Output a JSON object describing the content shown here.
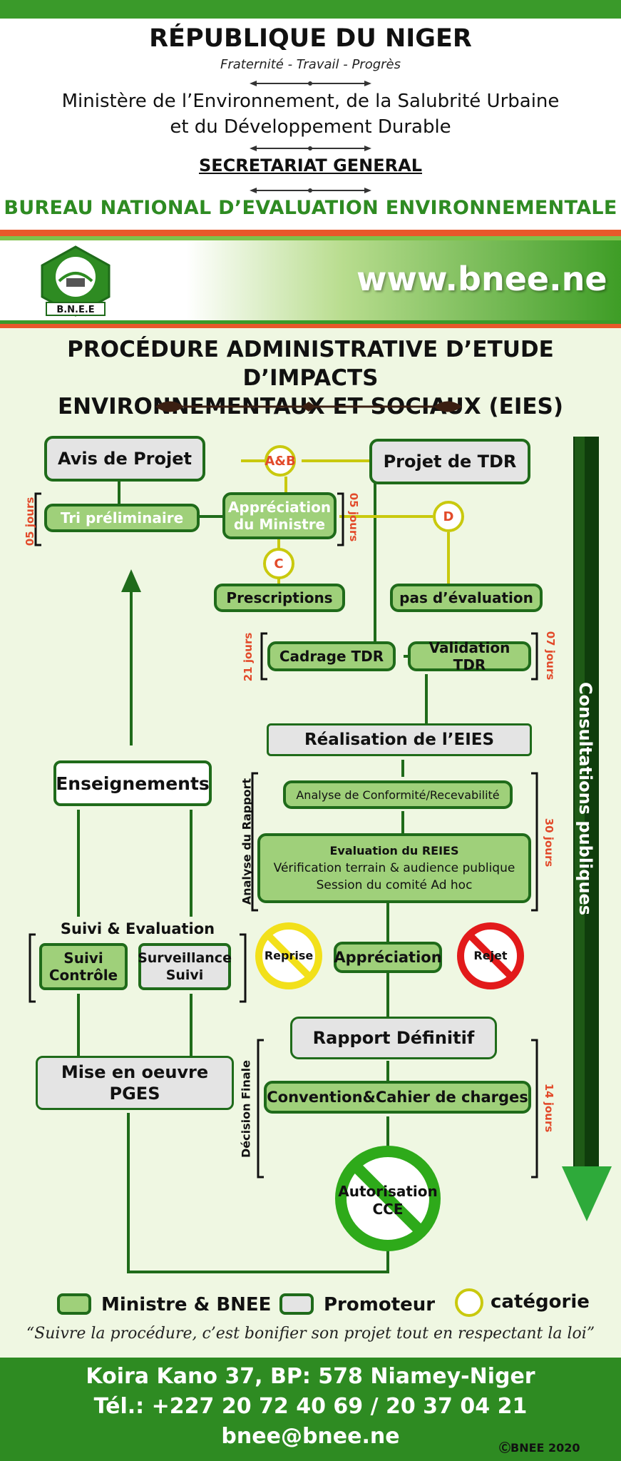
{
  "header": {
    "republic": "RÉPUBLIQUE DU NIGER",
    "motto": "Fraternité - Travail - Progrès",
    "ministry_line1": "Ministère de l’Environnement, de la Salubrité Urbaine",
    "ministry_line2": "et du Développement Durable",
    "secretariat": "SECRETARIAT GENERAL",
    "bureau": "BUREAU NATIONAL D’EVALUATION ENVIRONNEMENTALE"
  },
  "banner": {
    "website": "www.bnee.ne",
    "logo_text": "B.N.E.E"
  },
  "title": {
    "line1": "PROCÉDURE ADMINISTRATIVE D’ETUDE D’IMPACTS",
    "line2": "ENVIRONNEMENTAUX ET SOCIAUX (EIES)"
  },
  "nodes": {
    "avis_projet": "Avis de Projet",
    "projet_tdr": "Projet de TDR",
    "tri_preliminaire": "Tri préliminaire",
    "appreciation_ministre": "Appréciation du Ministre",
    "prescriptions": "Prescriptions",
    "pas_evaluation": "pas d’évaluation",
    "cadrage_tdr": "Cadrage TDR",
    "validation_tdr": "Validation TDR",
    "realisation_eies": "Réalisation de l’EIES",
    "analyse_conformite": "Analyse de Conformité/Recevabilité",
    "evaluation_title": "Evaluation du REIES",
    "evaluation_line2": "Vérification terrain & audience publique",
    "evaluation_line3": "Session du comité Ad hoc",
    "enseignements": "Enseignements",
    "suivi_evaluation": "Suivi & Evaluation",
    "suivi_controle": "Suivi Contrôle",
    "surveillance_suivi": "Surveillance Suivi",
    "reprise": "Reprise",
    "appreciation": "Appréciation",
    "rejet": "Rejet",
    "rapport_definitif": "Rapport Définitif",
    "mise_en_oeuvre": "Mise en oeuvre PGES",
    "convention": "Convention&Cahier de charges",
    "autorisation": "Autorisation CCE"
  },
  "categories": {
    "ab": "A&B",
    "c": "C",
    "d": "D"
  },
  "durations": {
    "tri": "05 jours",
    "appreciation": "05 jours",
    "cadrage": "21 jours",
    "validation": "07 jours",
    "analyse": "30 jours",
    "decision": "14 jours"
  },
  "side_labels": {
    "analyse_rapport": "Analyse du Rapport",
    "decision_finale": "Décision Finale",
    "consultations": "Consultations publiques"
  },
  "legend": {
    "ministre": "Ministre & BNEE",
    "promoteur": "Promoteur",
    "categorie": "catégorie"
  },
  "quote": "“Suivre la procédure, c’est bonifier son projet tout en respectant la loi”",
  "footer": {
    "address": "Koira Kano 37, BP: 578 Niamey-Niger",
    "phone": "Tél.: +227 20 72 40 69 / 20 37 04 21",
    "email": "bnee@bnee.ne",
    "copyright": "ⒸBNEE 2020"
  },
  "colors": {
    "green_dark": "#1f6b1a",
    "green_fill": "#9fd07a",
    "promoteur_fill": "#e4e4e4",
    "category_ring": "#c9c90e",
    "orange": "#e8582a"
  }
}
